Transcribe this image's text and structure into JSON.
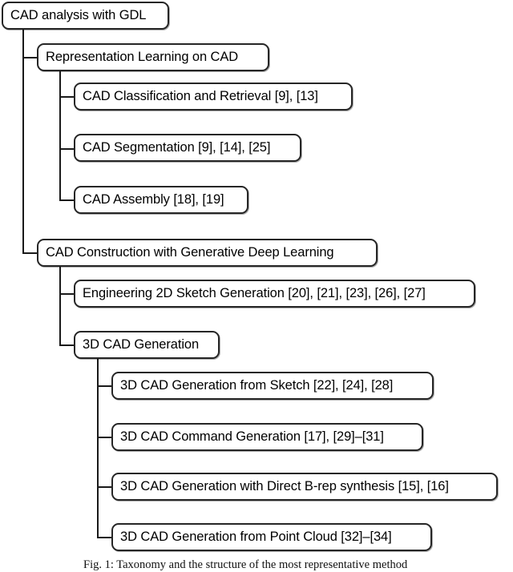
{
  "figure": {
    "caption": "Fig. 1: Taxonomy and the structure of the most representative method"
  },
  "tree": {
    "root": {
      "label": "CAD analysis with GDL"
    },
    "branches": [
      {
        "label": "Representation Learning on CAD",
        "children": [
          {
            "label": "CAD Classification and Retrieval [9], [13]"
          },
          {
            "label": "CAD Segmentation [9], [14], [25]"
          },
          {
            "label": "CAD Assembly [18], [19]"
          }
        ]
      },
      {
        "label": "CAD Construction with Generative Deep Learning",
        "children": [
          {
            "label": "Engineering 2D Sketch Generation [20], [21], [23], [26], [27]"
          },
          {
            "label": "3D CAD Generation",
            "children": [
              {
                "label": "3D CAD Generation from Sketch [22], [24], [28]"
              },
              {
                "label": "3D CAD Command Generation [17], [29]–[31]"
              },
              {
                "label": "3D CAD Generation with Direct B-rep synthesis [15], [16]"
              },
              {
                "label": "3D CAD Generation from Point Cloud [32]–[34]"
              }
            ]
          }
        ]
      }
    ]
  },
  "colors": {
    "box_border": "#262626",
    "line": "#1a1a1a",
    "background": "#ffffff",
    "text": "#000000"
  }
}
